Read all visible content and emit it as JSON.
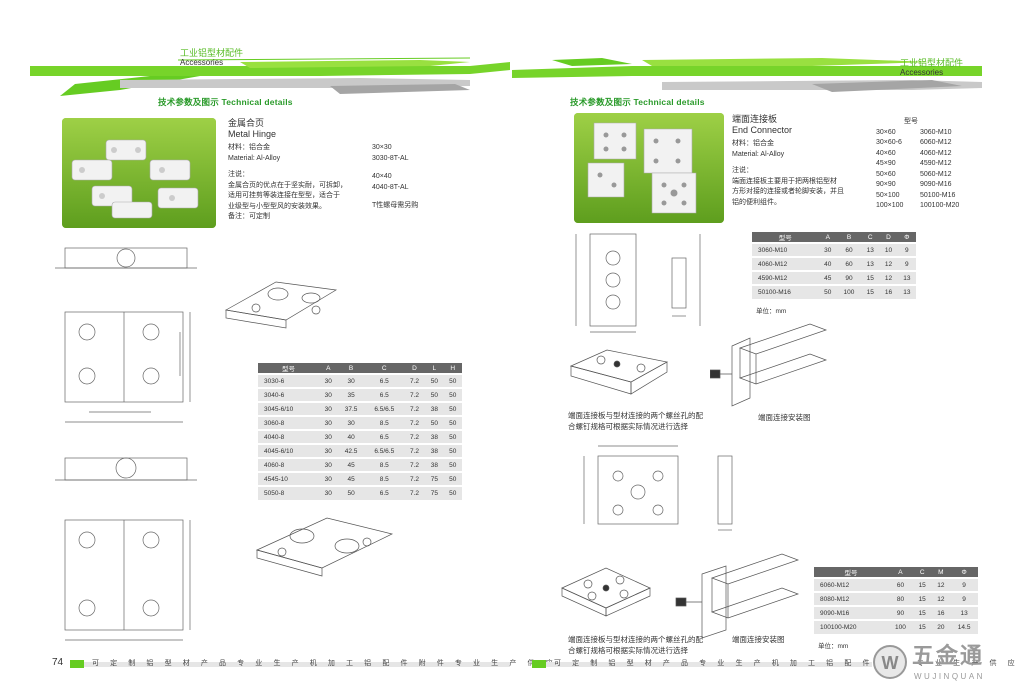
{
  "left": {
    "header": {
      "category": "工业铝型材配件",
      "sub": "Accessories"
    },
    "section_title": "技术参数及图示 Technical details",
    "product": {
      "name_cn": "金属合页",
      "name_en": "Metal Hinge",
      "material_label": "材料：铝合金",
      "material_en": "Material: Al-Alloy",
      "note_label": "注说：",
      "desc": [
        "金属合页的优点在于坚实耐，可拆卸，",
        "适用可挂剪等装连接在型型，适合于",
        "业级型与小型型风的安装效果。"
      ],
      "note_end": "备注：可定制",
      "specs": [
        "30×30",
        "3030-8T-AL",
        "40×40",
        "4040-8T-AL",
        "T性螺母需另购"
      ]
    },
    "table": {
      "headers": [
        "型号",
        "A",
        "B",
        "C",
        "D",
        "L",
        "H"
      ],
      "rows": [
        [
          "3030-6",
          "30",
          "30",
          "6.5",
          "7.2",
          "50",
          "50"
        ],
        [
          "3040-6",
          "30",
          "35",
          "6.5",
          "7.2",
          "50",
          "50"
        ],
        [
          "3045-6/10",
          "30",
          "37.5",
          "6.5/6.5",
          "7.2",
          "38",
          "50"
        ],
        [
          "3060-8",
          "30",
          "30",
          "8.5",
          "7.2",
          "50",
          "50"
        ],
        [
          "4040-8",
          "30",
          "40",
          "6.5",
          "7.2",
          "38",
          "50"
        ],
        [
          "4045-6/10",
          "30",
          "42.5",
          "6.5/6.5",
          "7.2",
          "38",
          "50"
        ],
        [
          "4060-8",
          "30",
          "45",
          "8.5",
          "7.2",
          "38",
          "50"
        ],
        [
          "4545-10",
          "30",
          "45",
          "8.5",
          "7.2",
          "75",
          "50"
        ],
        [
          "5050-8",
          "30",
          "50",
          "6.5",
          "7.2",
          "75",
          "50"
        ]
      ]
    },
    "page_number": "74",
    "footer": "可 定 制 铝 型 材 产 品 专 业 生 产 机 加 工 铝 配 件 附 件 专 业 生 产 供 应"
  },
  "right": {
    "header": {
      "category": "工业铝型材配件",
      "sub": "Accessories"
    },
    "section_title": "技术参数及图示 Technical details",
    "product": {
      "name_cn": "端面连接板",
      "name_en": "End Connector",
      "material_label": "材料：铝合金",
      "material_en": "Material: Al-Alloy",
      "note_label": "注说：",
      "desc": [
        "端面连接板主要用于把两根铝型材",
        "方形对接的连接或者轮脚安装，并且",
        "铝的便利组件。"
      ],
      "spec_header": "型号",
      "spec_rows": [
        [
          "30×60",
          "3060-M10"
        ],
        [
          "30×60-6",
          "6060-M12"
        ],
        [
          "40×60",
          "4060-M12"
        ],
        [
          "45×90",
          "4590-M12"
        ],
        [
          "50×60",
          "5060-M12"
        ],
        [
          "90×90",
          "9090-M16"
        ],
        [
          "50×100",
          "50100-M16"
        ],
        [
          "100×100",
          "100100-M20"
        ]
      ]
    },
    "table1": {
      "headers": [
        "型号",
        "A",
        "B",
        "C",
        "D",
        "Φ"
      ],
      "rows": [
        [
          "3060-M10",
          "30",
          "60",
          "13",
          "10",
          "9"
        ],
        [
          "4060-M12",
          "40",
          "60",
          "13",
          "12",
          "9"
        ],
        [
          "4590-M12",
          "45",
          "90",
          "15",
          "12",
          "13"
        ],
        [
          "50100-M16",
          "50",
          "100",
          "15",
          "16",
          "13"
        ]
      ],
      "unit": "单位：mm"
    },
    "caption1": [
      "端面连接板与型材连接的两个螺丝孔的配",
      "合螺钉规格可根据实际情况进行选择"
    ],
    "caption2": "端面连接安装图",
    "table2": {
      "headers": [
        "型号",
        "A",
        "C",
        "M",
        "Φ"
      ],
      "rows": [
        [
          "6060-M12",
          "60",
          "15",
          "12",
          "9"
        ],
        [
          "8080-M12",
          "80",
          "15",
          "12",
          "9"
        ],
        [
          "9090-M16",
          "90",
          "15",
          "16",
          "13"
        ],
        [
          "100100-M20",
          "100",
          "15",
          "20",
          "14.5"
        ]
      ],
      "unit": "单位：mm"
    },
    "caption3": [
      "端面连接板与型材连接的两个螺丝孔的配",
      "合螺钉规格可根据实际情况进行选择"
    ],
    "caption4": "端面连接安装图",
    "footer": "可 定 制 铝 型 材 产 品 专 业 生 产 机 加 工 铝 配 件 附 件 专 业 生 产 供 应",
    "logo": {
      "name": "五金通",
      "sub": "WUJINQUAN"
    }
  },
  "colors": {
    "green": "#66cc22",
    "dark_green": "#2a9a2a",
    "gray": "#777777"
  }
}
